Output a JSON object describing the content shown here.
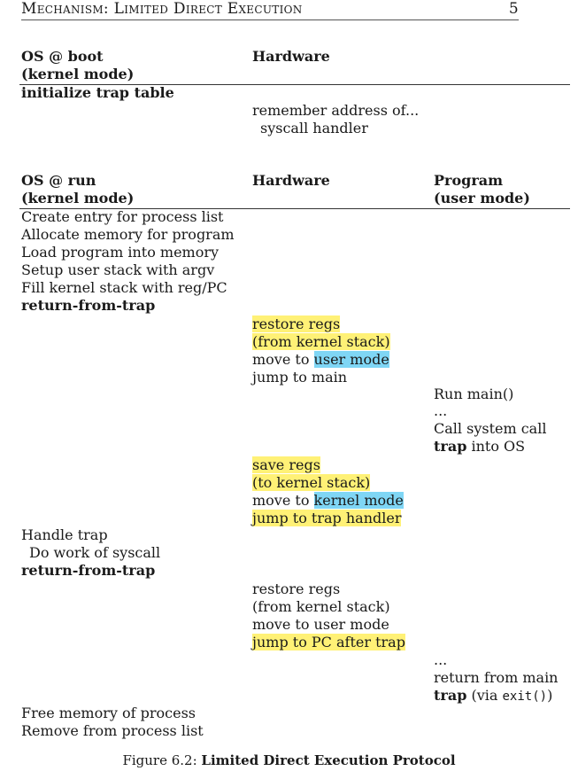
{
  "running_head": {
    "title": "Mechanism: Limited Direct Execution",
    "page_number": "5"
  },
  "boot": {
    "os_header_line1": "OS @ boot",
    "os_header_line2": "(kernel mode)",
    "hw_header": "Hardware",
    "os_action": "initialize trap table",
    "hw_line1": "remember address of...",
    "hw_line2": "syscall handler"
  },
  "run": {
    "os_header_line1": "OS @ run",
    "os_header_line2": "(kernel mode)",
    "hw_header": "Hardware",
    "prog_header_line1": "Program",
    "prog_header_line2": "(user mode)",
    "os_steps": [
      "Create entry for process list",
      "Allocate memory for program",
      "Load program into memory",
      "Setup user stack with argv",
      "Fill kernel stack with reg/PC"
    ],
    "os_return_from_trap_1": "return-from-trap",
    "hw_restore_1": "restore regs",
    "hw_from_kstack_1": "(from kernel stack)",
    "hw_move_to_1": "move to ",
    "hw_user_mode_1": "user mode",
    "hw_jump_main": "jump to main",
    "prog_run_main": "Run main()",
    "prog_ellipsis_1": "...",
    "prog_call_syscall": "Call system call",
    "prog_trap": "trap",
    "prog_into_os": " into OS",
    "hw_save_regs": "save regs",
    "hw_to_kstack": "(to kernel stack)",
    "hw_move_to_2": "move to ",
    "hw_kernel_mode": "kernel mode",
    "hw_jump_trap_handler": "jump to trap handler",
    "os_handle_trap": "Handle trap",
    "os_do_work": "Do work of syscall",
    "os_return_from_trap_2": "return-from-trap",
    "hw_restore_2": "restore regs",
    "hw_from_kstack_2": "(from kernel stack)",
    "hw_move_user_2": "move to user mode",
    "hw_jump_pc": "jump to PC after trap",
    "prog_ellipsis_2": "...",
    "prog_return_main": "return from main",
    "prog_trap_2": "trap",
    "prog_via_open": " (via ",
    "prog_exit_code": "exit()",
    "prog_via_close": ")",
    "os_free_memory": "Free memory of process",
    "os_remove_process": "Remove from process list"
  },
  "caption": {
    "label": "Figure 6.2: ",
    "title": "Limited Direct Execution Protocol"
  },
  "colors": {
    "highlight_yellow": "#fff176",
    "highlight_cyan": "#7fd6f5"
  }
}
